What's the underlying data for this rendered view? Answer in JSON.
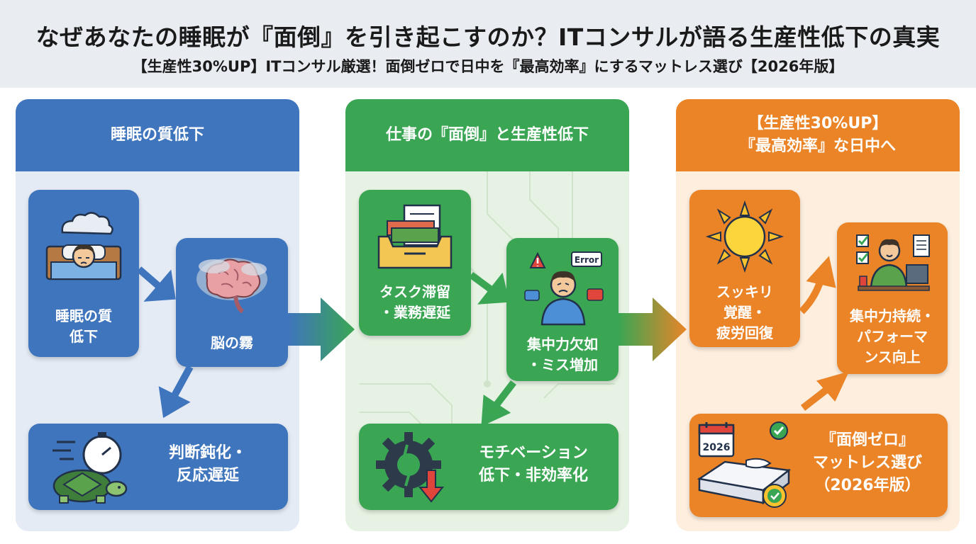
{
  "header": {
    "title": "なぜあなたの睡眠が『面倒』を引き起こすのか？ITコンサルが語る生産性低下の真実",
    "subtitle": "【生産性30%UP】ITコンサル厳選！面倒ゼロで日中を『最高効率』にするマットレス選び【2026年版】"
  },
  "panels": {
    "sleep": {
      "heading": "睡眠の質低下",
      "box1": {
        "line1": "睡眠の質",
        "line2": "低下"
      },
      "box2": {
        "label": "脳の霧"
      },
      "box3": {
        "line1": "判断鈍化・",
        "line2": "反応遅延"
      }
    },
    "work": {
      "heading": "仕事の『面倒』と生産性低下",
      "box1": {
        "line1": "タスク滞留",
        "line2": "・業務遅延"
      },
      "box2": {
        "line1": "集中力欠如",
        "line2": "・ミス増加",
        "error_tag": "Error"
      },
      "box3": {
        "line1": "モチベーション",
        "line2": "低下・非効率化"
      }
    },
    "result": {
      "heading_line1": "【生産性30%UP】",
      "heading_line2": "『最高効率』な日中へ",
      "box1": {
        "line1": "スッキリ",
        "line2": "覚醒・",
        "line3": "疲労回復"
      },
      "box2": {
        "line1": "集中力持続・",
        "line2": "パフォーマ",
        "line3": "ンス向上"
      },
      "box3": {
        "line1": "『面倒ゼロ』",
        "line2": "マットレス選び",
        "line3": "（2026年版）",
        "calendar": "2026"
      }
    }
  },
  "colors": {
    "blue": "#3f75bd",
    "green": "#3aa653",
    "orange": "#ea8427",
    "header_bg": "#e9edf2"
  },
  "icons": [
    "sleeping-person-icon",
    "brain-fog-icon",
    "turtle-stopwatch-icon",
    "inbox-tray-icon",
    "stressed-worker-icon",
    "broken-gear-icon",
    "sun-icon",
    "productive-worker-icon",
    "mattress-calendar-icon"
  ]
}
